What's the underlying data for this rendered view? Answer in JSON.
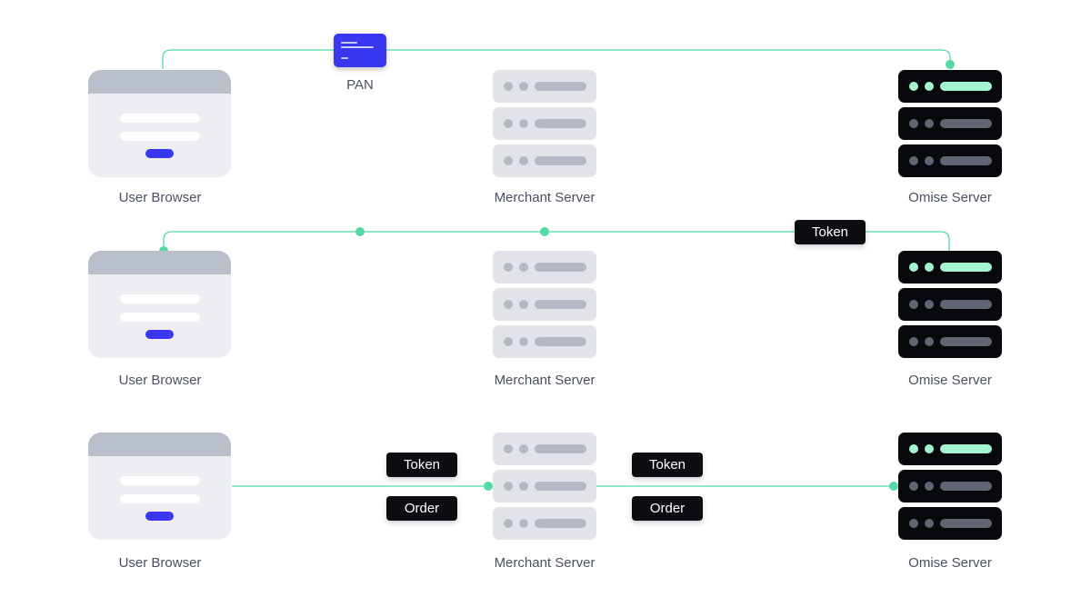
{
  "nodes": {
    "user_browser": "User Browser",
    "merchant_server": "Merchant Server",
    "omise_server": "Omise Server"
  },
  "step1": {
    "payload_label": "PAN"
  },
  "step2": {
    "payload_label": "Token"
  },
  "step3": {
    "left_labels": [
      "Token",
      "Order"
    ],
    "right_labels": [
      "Token",
      "Order"
    ]
  },
  "colors": {
    "connector": "#52d9a4",
    "accent_blue": "#3a37f0",
    "omise_dark": "#08090c",
    "merchant_gray": "#e2e4e9",
    "mint": "#a4f5cf"
  }
}
